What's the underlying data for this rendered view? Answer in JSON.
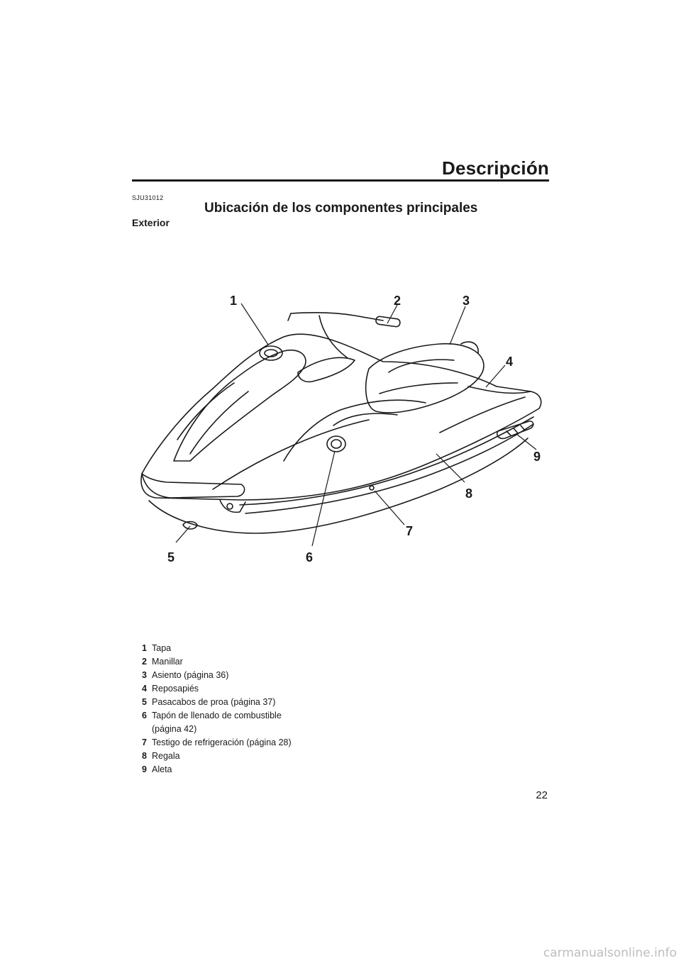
{
  "header": {
    "title": "Descripción"
  },
  "section": {
    "code": "SJU31012",
    "title": "Ubicación de los componentes principales",
    "subtitle": "Exterior"
  },
  "figure": {
    "callouts": [
      "1",
      "2",
      "3",
      "4",
      "5",
      "6",
      "7",
      "8",
      "9"
    ]
  },
  "legend": [
    {
      "num": "1",
      "text": "Tapa"
    },
    {
      "num": "2",
      "text": "Manillar"
    },
    {
      "num": "3",
      "text": "Asiento (página 36)"
    },
    {
      "num": "4",
      "text": "Reposapiés"
    },
    {
      "num": "5",
      "text": "Pasacabos de proa (página 37)"
    },
    {
      "num": "6",
      "text": "Tapón de llenado de combustible",
      "text2": "(página 42)"
    },
    {
      "num": "7",
      "text": "Testigo de refrigeración (página 28)"
    },
    {
      "num": "8",
      "text": "Regala"
    },
    {
      "num": "9",
      "text": "Aleta"
    }
  ],
  "page_number": "22",
  "watermark": "carmanualsonline.info"
}
